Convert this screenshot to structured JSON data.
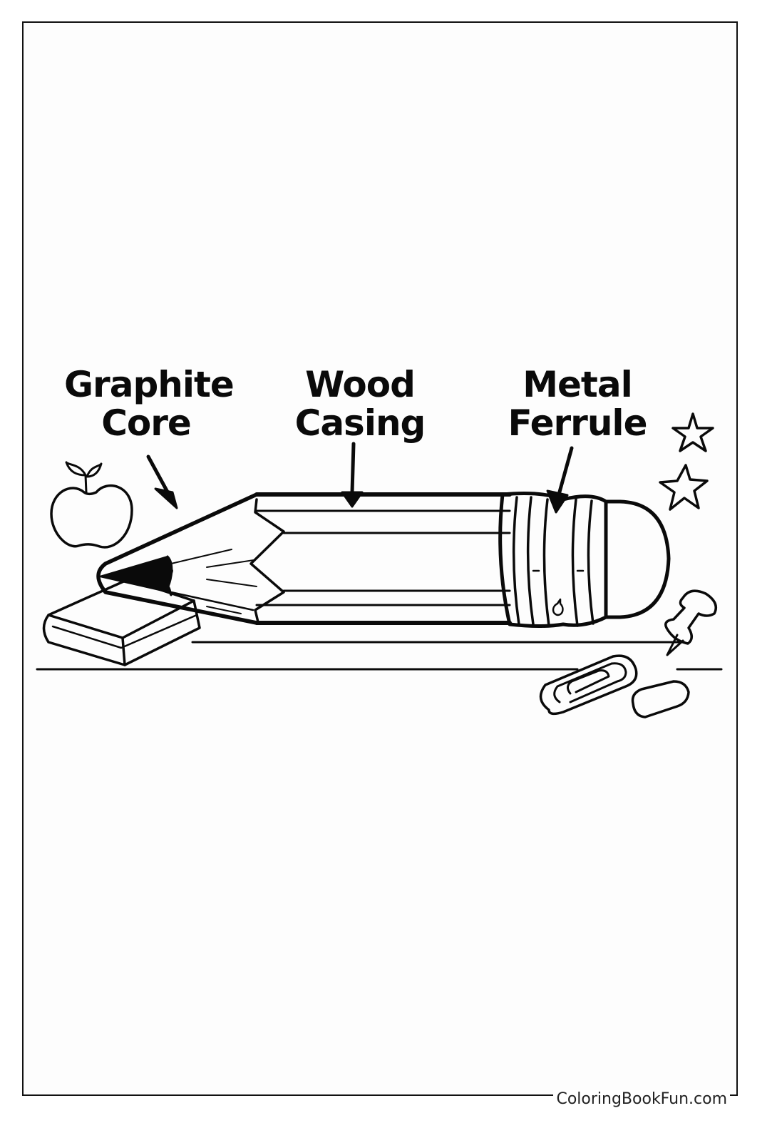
{
  "page": {
    "type": "coloring-page",
    "subject": "pencil-anatomy"
  },
  "labels": {
    "graphite": {
      "line1": "Graphite",
      "line2": "Core"
    },
    "wood": {
      "line1": "Wood",
      "line2": "Casing"
    },
    "ferrule": {
      "line1": "Metal",
      "line2": "Ferrule"
    }
  },
  "decorations": [
    "apple",
    "book",
    "star",
    "star",
    "push-pin",
    "paper-clip",
    "eraser"
  ],
  "watermark": "ColoringBookFun.com",
  "colors": {
    "line": "#0a0a0a",
    "background": "#ffffff"
  }
}
